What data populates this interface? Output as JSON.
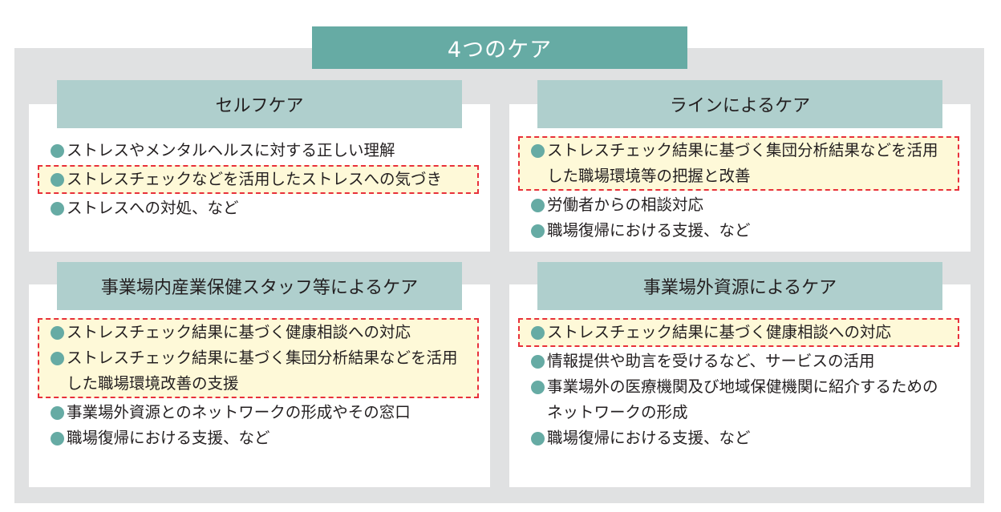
{
  "title": "4つのケア",
  "colors": {
    "title_bg": "#66aba4",
    "header_bg": "#afcfcd",
    "highlight_bg": "#fef9d8",
    "highlight_border": "#e8303a",
    "bullet": "#66aba4"
  },
  "panels": [
    {
      "header": "セルフケア",
      "groups": [
        {
          "highlight": false,
          "items": [
            "ストレスやメンタルヘルスに対する正しい理解"
          ]
        },
        {
          "highlight": true,
          "items": [
            "ストレスチェックなどを活用したストレスへの気づき"
          ]
        },
        {
          "highlight": false,
          "items": [
            "ストレスへの対処、など"
          ]
        }
      ]
    },
    {
      "header": "ラインによるケア",
      "groups": [
        {
          "highlight": true,
          "items": [
            "ストレスチェック結果に基づく集団分析結果などを活用した職場環境等の把握と改善"
          ]
        },
        {
          "highlight": false,
          "items": [
            "労働者からの相談対応",
            "職場復帰における支援、など"
          ]
        }
      ]
    },
    {
      "header": "事業場内産業保健スタッフ等によるケア",
      "groups": [
        {
          "highlight": true,
          "items": [
            "ストレスチェック結果に基づく健康相談への対応",
            "ストレスチェック結果に基づく集団分析結果などを活用した職場環境改善の支援"
          ]
        },
        {
          "highlight": false,
          "items": [
            "事業場外資源とのネットワークの形成やその窓口",
            "職場復帰における支援、など"
          ]
        }
      ]
    },
    {
      "header": "事業場外資源によるケア",
      "groups": [
        {
          "highlight": true,
          "items": [
            "ストレスチェック結果に基づく健康相談への対応"
          ]
        },
        {
          "highlight": false,
          "items": [
            "情報提供や助言を受けるなど、サービスの活用",
            "事業場外の医療機関及び地域保健機関に紹介するためのネットワークの形成",
            "職場復帰における支援、など"
          ]
        }
      ]
    }
  ]
}
